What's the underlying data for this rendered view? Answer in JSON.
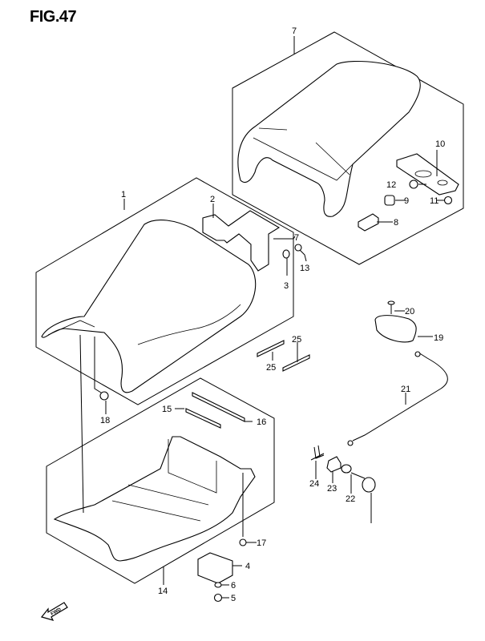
{
  "figure": {
    "title": "FIG.47"
  },
  "callouts": [
    {
      "id": "c1",
      "label": "1",
      "part": "seat-assembly"
    },
    {
      "id": "c2",
      "label": "2",
      "part": "seat-bracket"
    },
    {
      "id": "c3",
      "label": "3",
      "part": "cushion"
    },
    {
      "id": "c4",
      "label": "4",
      "part": "box-component"
    },
    {
      "id": "c5",
      "label": "5",
      "part": "bolt"
    },
    {
      "id": "c6",
      "label": "6",
      "part": "washer"
    },
    {
      "id": "c7",
      "label": "7",
      "part": "pillion-seat"
    },
    {
      "id": "c7b",
      "label": "7",
      "part": "pillion-seat-ref"
    },
    {
      "id": "c8",
      "label": "8",
      "part": "cushion-block"
    },
    {
      "id": "c9",
      "label": "9",
      "part": "cushion"
    },
    {
      "id": "c10",
      "label": "10",
      "part": "seat-plate"
    },
    {
      "id": "c11",
      "label": "11",
      "part": "nut"
    },
    {
      "id": "c12",
      "label": "12",
      "part": "grommet"
    },
    {
      "id": "c13",
      "label": "13",
      "part": "nut"
    },
    {
      "id": "c14",
      "label": "14",
      "part": "seat-tray"
    },
    {
      "id": "c15",
      "label": "15",
      "part": "rubber-strip"
    },
    {
      "id": "c16",
      "label": "16",
      "part": "rubber-strip"
    },
    {
      "id": "c17",
      "label": "17",
      "part": "bolt"
    },
    {
      "id": "c18",
      "label": "18",
      "part": "bolt"
    },
    {
      "id": "c19",
      "label": "19",
      "part": "seat-lock"
    },
    {
      "id": "c20",
      "label": "20",
      "part": "screw"
    },
    {
      "id": "c21",
      "label": "21",
      "part": "seat-lock-cable"
    },
    {
      "id": "c22",
      "label": "22",
      "part": "seat-lock-cylinder"
    },
    {
      "id": "c23",
      "label": "23",
      "part": "plate"
    },
    {
      "id": "c24",
      "label": "24",
      "part": "clip"
    },
    {
      "id": "c25a",
      "label": "25",
      "part": "seal"
    },
    {
      "id": "c25b",
      "label": "25",
      "part": "seal"
    }
  ],
  "direction_marker": {
    "label": "FWD"
  }
}
